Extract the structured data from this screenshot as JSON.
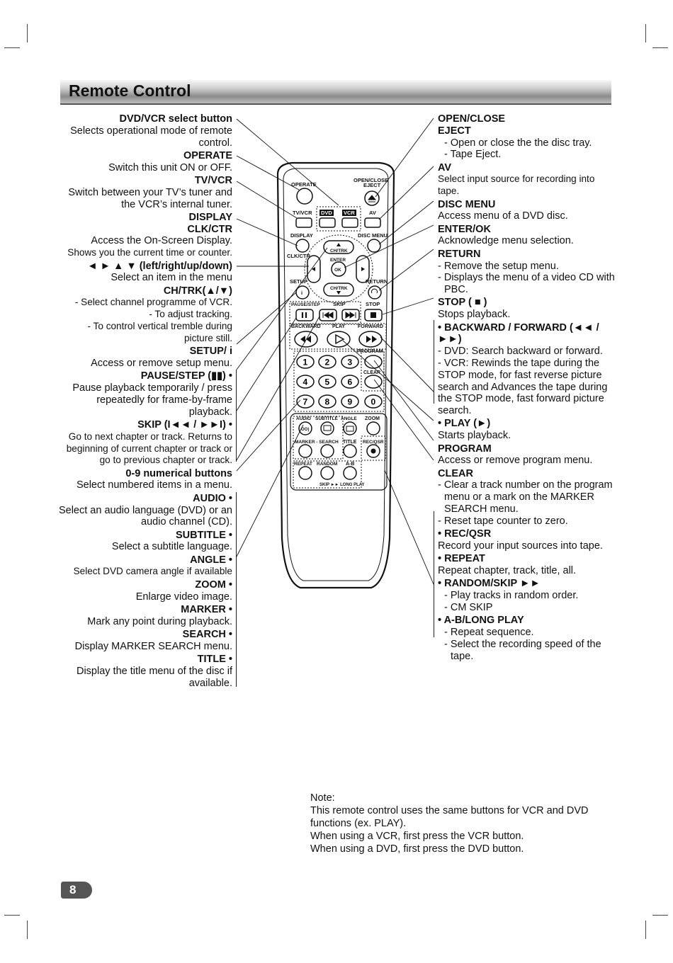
{
  "page_title": "Remote Control",
  "page_number": "8",
  "left_entries": [
    {
      "heading": "DVD/VCR select button",
      "lines": [
        "Selects operational mode of remote control."
      ]
    },
    {
      "heading": "OPERATE",
      "lines": [
        "Switch this unit ON or OFF."
      ]
    },
    {
      "heading": "TV/VCR",
      "lines": [
        "Switch between your TV’s tuner and the VCR’s internal tuner."
      ]
    },
    {
      "heading": "DISPLAY",
      "lines": []
    },
    {
      "heading": "CLK/CTR",
      "lines": [
        "Access the On-Screen Display.",
        "Shows you the current time or counter."
      ]
    },
    {
      "heading": "◄ ► ▲ ▼ (left/right/up/down)",
      "lines": [
        "Select an item in the menu"
      ]
    },
    {
      "heading": "CH/TRK(▲/▼)",
      "lines": [
        "- Select channel programme of VCR.",
        "- To adjust tracking.",
        "- To control vertical tremble during picture still."
      ]
    },
    {
      "heading": "SETUP/ i",
      "lines": [
        "Access or remove setup menu."
      ]
    },
    {
      "heading": "PAUSE/STEP (▮▮) •",
      "lines": [
        "Pause playback temporarily / press repeatedly for frame-by-frame playback."
      ]
    },
    {
      "heading": "SKIP (I◄◄ / ►►I) •",
      "lines": [
        "Go to next chapter or track. Returns to beginning of current chapter or track or go to previous chapter or track."
      ]
    },
    {
      "heading": "0-9 numerical buttons",
      "lines": [
        "Select numbered items in a menu."
      ]
    },
    {
      "heading": "AUDIO •",
      "lines": [
        "Select an audio language (DVD) or an audio channel (CD)."
      ]
    },
    {
      "heading": "SUBTITLE •",
      "lines": [
        "Select a subtitle language."
      ]
    },
    {
      "heading": "ANGLE •",
      "lines": [
        "Select DVD camera angle if available"
      ]
    },
    {
      "heading": "ZOOM •",
      "lines": [
        "Enlarge video image."
      ]
    },
    {
      "heading": "MARKER •",
      "lines": [
        "Mark any point during playback."
      ]
    },
    {
      "heading": "SEARCH •",
      "lines": [
        "Display MARKER SEARCH menu."
      ]
    },
    {
      "heading": "TITLE •",
      "lines": [
        "Display the title menu of the disc if available."
      ]
    }
  ],
  "right_entries": [
    {
      "heading": "OPEN/CLOSE",
      "lines": []
    },
    {
      "heading": "EJECT",
      "lines": [
        "- Open or close the the disc tray.",
        "- Tape Eject."
      ]
    },
    {
      "heading": "AV",
      "lines": [
        "Select input source for recording into tape."
      ]
    },
    {
      "heading": "DISC MENU",
      "lines": [
        "Access menu of a DVD disc."
      ]
    },
    {
      "heading": "ENTER/OK",
      "lines": [
        "Acknowledge menu selection."
      ]
    },
    {
      "heading": "RETURN",
      "lines": [
        "- Remove the setup menu.",
        "- Displays the menu of a video CD with PBC."
      ]
    },
    {
      "heading": "STOP ( ■ )",
      "lines": [
        "Stops playback."
      ]
    },
    {
      "heading": "• BACKWARD / FORWARD (◄◄ / ►►)",
      "lines": [
        "- DVD: Search backward or forward.",
        "- VCR: Rewinds the tape during the STOP mode, for fast reverse picture search and Advances the tape during the STOP mode, fast forward picture search."
      ]
    },
    {
      "heading": "• PLAY (►)",
      "lines": [
        "Starts playback."
      ]
    },
    {
      "heading": "PROGRAM",
      "lines": [
        "Access or remove program menu."
      ]
    },
    {
      "heading": "CLEAR",
      "lines": [
        "- Clear a track number on the program menu or a mark on the MARKER SEARCH menu.",
        "- Reset tape counter to zero."
      ]
    },
    {
      "heading": "• REC/QSR",
      "lines": [
        "Record your input sources into tape."
      ]
    },
    {
      "heading": "• REPEAT",
      "lines": [
        "Repeat chapter, track, title, all."
      ]
    },
    {
      "heading": "• RANDOM/SKIP ►►",
      "lines": [
        "- Play tracks in random order.",
        "- CM SKIP"
      ]
    },
    {
      "heading": "• A-B/LONG PLAY",
      "lines": [
        "- Repeat sequence.",
        "- Select the recording speed of the tape."
      ]
    }
  ],
  "note": {
    "title": "Note:",
    "lines": [
      "This remote control uses the same buttons for VCR and DVD functions (ex. PLAY).",
      "When using a VCR, first press the VCR button.",
      "When using a DVD, first press the DVD button."
    ]
  },
  "remote_labels": {
    "operate": "OPERATE",
    "open_close": "OPEN/CLOSE",
    "eject": "EJECT",
    "tv_vcr": "TV/VCR",
    "dvd": "DVD",
    "vcr": "VCR",
    "av": "AV",
    "display": "DISPLAY",
    "disc_menu": "DISC MENU",
    "clk_ctr": "CLK/CTR",
    "ch_trk_up": "CH/TRK",
    "ch_trk_down": "CH/TRK",
    "enter": "ENTER",
    "ok": "OK",
    "setup": "SETUP",
    "return": "RETURN",
    "pause_step": "PAUSE/STEP",
    "skip": "SKIP",
    "stop": "STOP",
    "backward": "BACKWARD",
    "play": "PLAY",
    "forward": "FORWARD",
    "program": "PROGRAM",
    "clear": "CLEAR",
    "audio": "AUDIO",
    "subtitle": "SUBTITLE",
    "angle": "ANGLE",
    "zoom": "ZOOM",
    "marker_search": "MARKER - SEARCH",
    "title": "TITLE",
    "rec_qsr": "REC/QSR",
    "repeat": "REPEAT",
    "random": "RANDOM",
    "ab": "A-B",
    "skip_long_play": "SKIP ►► LONG PLAY",
    "digits": [
      "1",
      "2",
      "3",
      "4",
      "5",
      "6",
      "7",
      "8",
      "9",
      "0"
    ]
  }
}
